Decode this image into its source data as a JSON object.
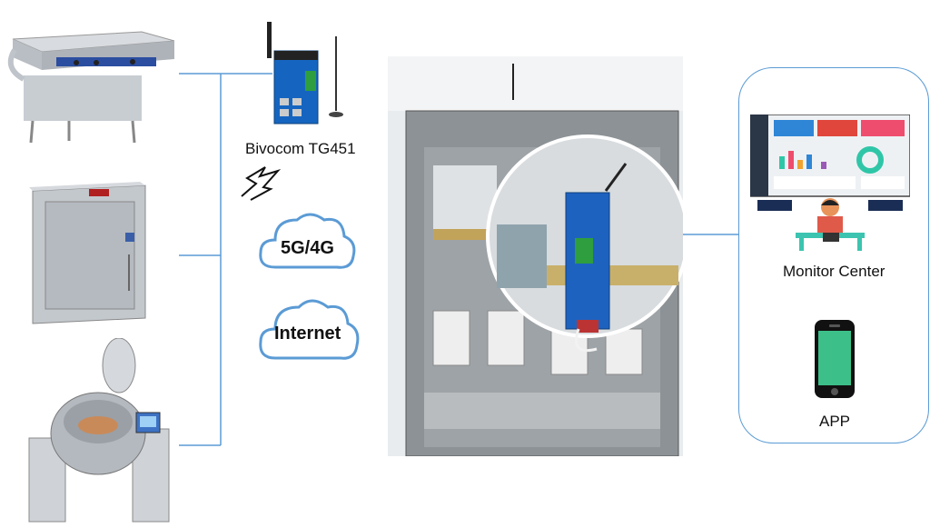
{
  "router": {
    "label": "Bivocom TG451"
  },
  "clouds": [
    {
      "label": "5G/4G"
    },
    {
      "label": "Internet"
    }
  ],
  "monitor": {
    "label": "Monitor Center"
  },
  "app": {
    "label": "APP"
  },
  "colors": {
    "connector": "#5b9bd5",
    "cloud_fill": "#ffffff",
    "cloud_stroke": "#5b9bd5",
    "phone_screen": "#3dbf8a",
    "router_body": "#1565c0"
  }
}
